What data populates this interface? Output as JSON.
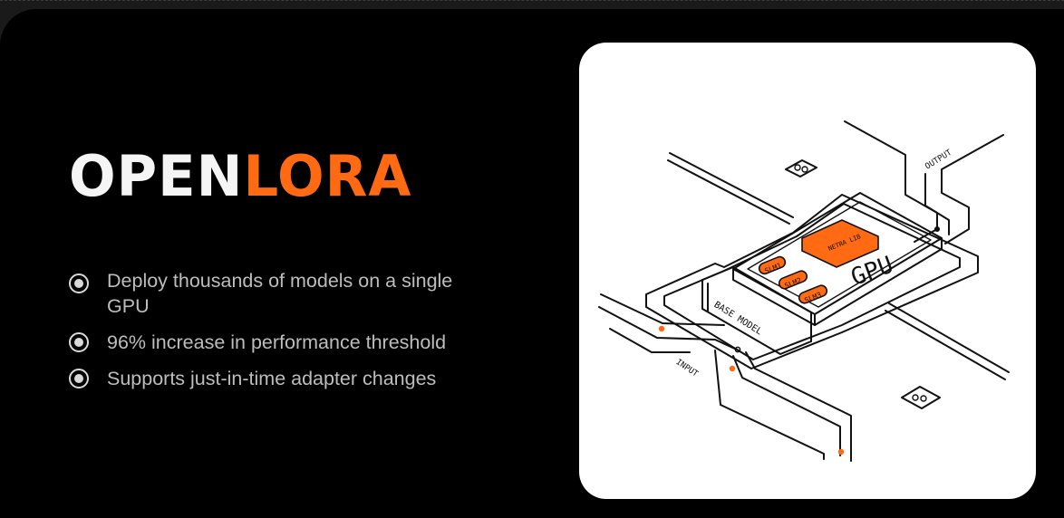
{
  "title": {
    "part1": "OPEN",
    "part2": "LORA"
  },
  "features": [
    {
      "text": "Deploy thousands of models on a single GPU"
    },
    {
      "text": "96% increase in performance threshold"
    },
    {
      "text": "Supports just-in-time adapter changes"
    }
  ],
  "illustration": {
    "gpu_label": "GPU",
    "base_model_label": "BASE MODEL",
    "input_label": "INPUT",
    "output_label": "OUTPUT",
    "slots": [
      "SLM1",
      "SLM2",
      "SLM3"
    ],
    "chip_label": "NETRA LIB"
  },
  "colors": {
    "accent": "#ff6a13",
    "background": "#000000",
    "text": "#bdbdbd"
  }
}
